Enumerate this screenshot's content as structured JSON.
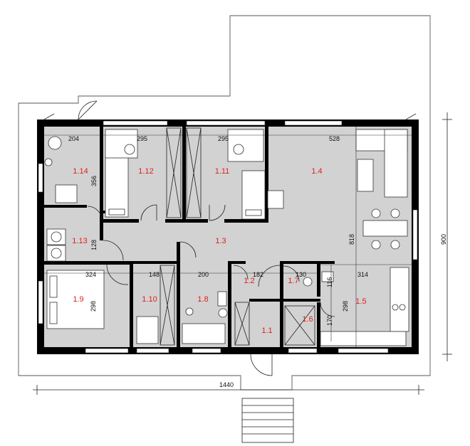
{
  "colors": {
    "room_label": "#e0201c",
    "floor": "#d2d2d2",
    "wall": "#000000",
    "outline": "#555555"
  },
  "rooms": [
    {
      "id": "1.1",
      "label": "1.1"
    },
    {
      "id": "1.2",
      "label": "1.2"
    },
    {
      "id": "1.3",
      "label": "1.3"
    },
    {
      "id": "1.4",
      "label": "1.4"
    },
    {
      "id": "1.5",
      "label": "1.5"
    },
    {
      "id": "1.6",
      "label": "1.6"
    },
    {
      "id": "1.7",
      "label": "1.7"
    },
    {
      "id": "1.8",
      "label": "1.8"
    },
    {
      "id": "1.9",
      "label": "1.9"
    },
    {
      "id": "1.10",
      "label": "1.10"
    },
    {
      "id": "1.11",
      "label": "1.11"
    },
    {
      "id": "1.12",
      "label": "1.12"
    },
    {
      "id": "1.13",
      "label": "1.13"
    },
    {
      "id": "1.14",
      "label": "1.14"
    }
  ],
  "dimensions": {
    "d204": "204",
    "d295a": "295",
    "d295b": "295",
    "d528": "528",
    "d356": "356",
    "d128": "128",
    "d818": "818",
    "d324": "324",
    "d148": "148",
    "d200": "200",
    "d182": "182",
    "d130": "130",
    "d314": "314",
    "d116": "116",
    "d298a": "298",
    "d298b": "298",
    "d170": "170",
    "total_width": "1440",
    "total_height": "900"
  }
}
